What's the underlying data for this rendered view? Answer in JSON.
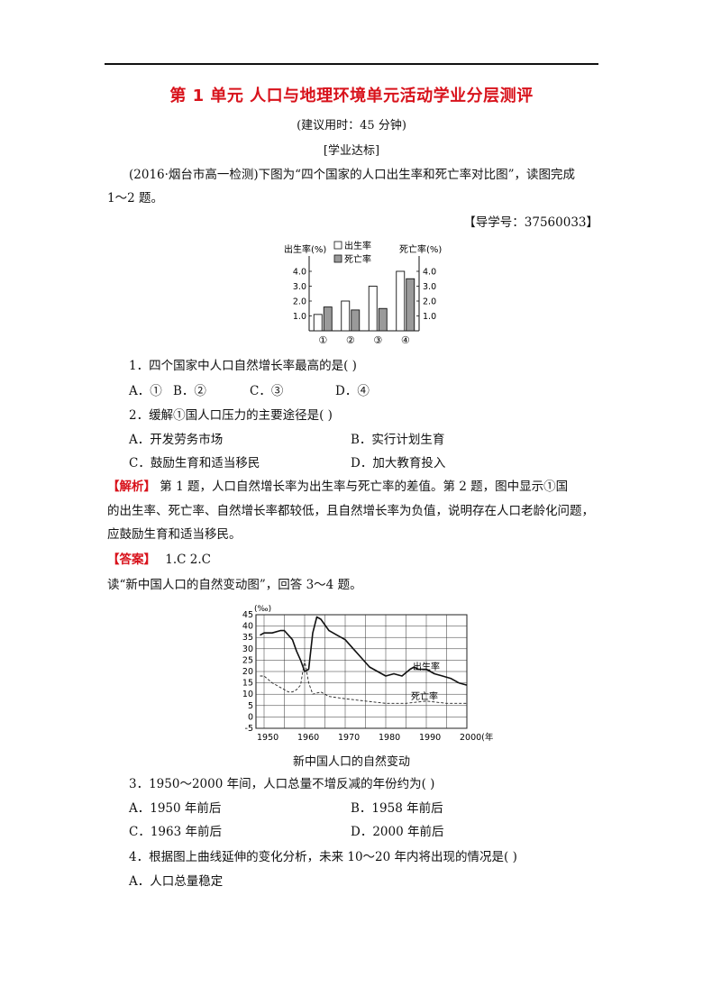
{
  "title": "第 1 单元  人口与地理环境单元活动学业分层测评",
  "time_note": "(建议用时：45 分钟)",
  "section": "[学业达标]",
  "intro1": "(2016·烟台市高一检测)下图为“四个国家的人口出生率和死亡率对比图”，读图完成",
  "intro2": "1～2 题。",
  "guide_no": "【导学号：37560033】",
  "chart1": {
    "left_label": "出生率(%)",
    "right_label": "死亡率(%)",
    "legend_birth": "出生率",
    "legend_death": "死亡率",
    "left_ticks": [
      "4.0",
      "3.0",
      "2.0",
      "1.0"
    ],
    "right_ticks": [
      "4.0",
      "3.0",
      "2.0",
      "1.0"
    ]
  },
  "chart2": {
    "unit": "(‰)",
    "y_ticks": [
      "45",
      "40",
      "35",
      "30",
      "25",
      "20",
      "15",
      "10",
      "5",
      "0",
      "-5"
    ],
    "x_ticks": [
      "1950",
      "1960",
      "1970",
      "1980",
      "1990",
      "2000(年)"
    ],
    "birth_label": "出生率",
    "death_label": "死亡率",
    "caption": "新中国人口的自然变动"
  },
  "chart_data": [
    {
      "type": "bar",
      "categories": [
        "①",
        "②",
        "③",
        "④"
      ],
      "series": [
        {
          "name": "出生率",
          "values": [
            1.1,
            2.0,
            3.0,
            4.0
          ]
        },
        {
          "name": "死亡率",
          "values": [
            1.6,
            1.4,
            1.5,
            3.5
          ]
        }
      ],
      "ylabel": "出生率(%)",
      "y2label": "死亡率(%)",
      "ylim": [
        0,
        4.5
      ]
    },
    {
      "type": "line",
      "title": "新中国人口的自然变动",
      "ylabel": "(‰)",
      "ylim": [
        -5,
        45
      ],
      "xlim": [
        1948,
        2000
      ],
      "series": [
        {
          "name": "出生率",
          "x": [
            1949,
            1950,
            1952,
            1954,
            1955,
            1957,
            1958,
            1959,
            1960,
            1961,
            1962,
            1963,
            1964,
            1966,
            1968,
            1970,
            1972,
            1974,
            1976,
            1978,
            1980,
            1982,
            1984,
            1986,
            1987,
            1988,
            1990,
            1992,
            1994,
            1996,
            1998,
            2000
          ],
          "values": [
            36,
            37,
            37,
            38,
            38,
            34,
            29,
            25,
            20,
            21,
            37,
            44,
            43,
            38,
            36,
            34,
            30,
            26,
            22,
            20,
            18,
            19,
            18,
            21,
            22,
            21,
            21,
            19,
            18,
            17,
            15,
            14
          ]
        },
        {
          "name": "死亡率",
          "x": [
            1949,
            1950,
            1952,
            1954,
            1956,
            1957,
            1958,
            1959,
            1960,
            1961,
            1962,
            1964,
            1966,
            1970,
            1975,
            1980,
            1985,
            1990,
            1995,
            2000
          ],
          "values": [
            18,
            18,
            15,
            13,
            11,
            11,
            12,
            14,
            25,
            15,
            10,
            11,
            9,
            8,
            7,
            6,
            6,
            7,
            6,
            6
          ]
        }
      ]
    }
  ],
  "q1": "1．四个国家中人口自然增长率最高的是(     )",
  "q1_options": [
    "A．①",
    "B．②",
    "C．③",
    "D．④"
  ],
  "q2": "2．缓解①国人口压力的主要途径是(     )",
  "q2_options": [
    "A．开发劳务市场",
    "B．实行计划生育",
    "C．鼓励生育和适当移民",
    "D．加大教育投入"
  ],
  "analysis_tag": "【解析】",
  "analysis1": "第 1 题，人口自然增长率为出生率与死亡率的差值。第 2 题，图中显示①国",
  "analysis2": "的出生率、死亡率、自然增长率都较低，且自然增长率为负值，说明存在人口老龄化问题，",
  "analysis3": "应鼓励生育和适当移民。",
  "answer_tag": "【答案】",
  "answer": "1.C  2.C",
  "read2": "读“新中国人口的自然变动图”，回答 3～4 题。",
  "q3": "3．1950～2000 年间，人口总量不增反减的年份约为(     )",
  "q3_options": [
    "A．1950 年前后",
    "B．1958 年前后",
    "C．1963 年前后",
    "D．2000 年前后"
  ],
  "q4": "4．根据图上曲线延伸的变化分析，未来 10～20 年内将出现的情况是(     )",
  "q4_options": [
    "A．人口总量稳定"
  ]
}
